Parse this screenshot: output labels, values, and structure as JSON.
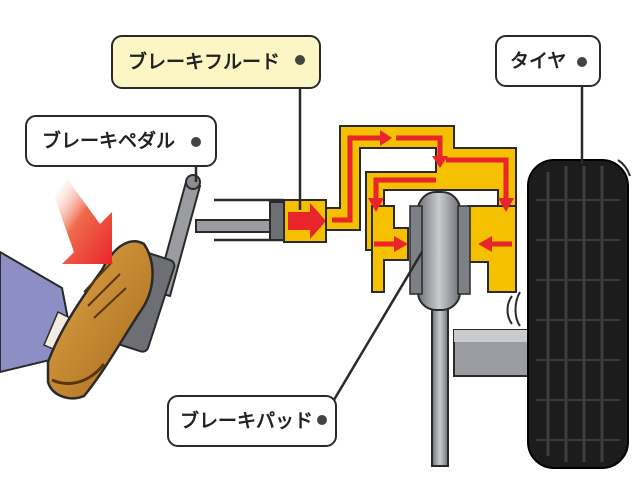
{
  "labels": {
    "brake_fluid": "ブレーキフルード",
    "brake_pedal": "ブレーキペダル",
    "tire": "タイヤ",
    "brake_pad": "ブレーキパッド"
  },
  "colors": {
    "fluid_yellow": "#f5c000",
    "flow_arrow": "#e8252a",
    "highlight_label_bg": "#fbf6c4",
    "label_bg": "#ffffff",
    "tire": "#1c1c1c",
    "metal": "#9a9ca1",
    "shoe": "#c98a2e",
    "trouser": "#8d8fc4"
  },
  "icons": {
    "push_arrow": "red-gradient-arrow",
    "leader_dot": "dark-dot"
  }
}
